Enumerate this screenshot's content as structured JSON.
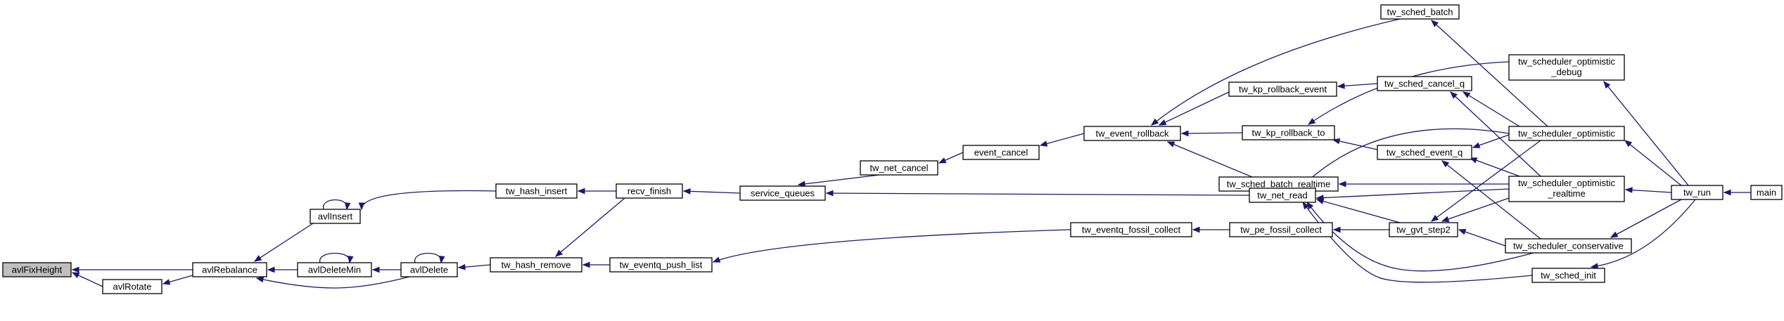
{
  "graph": {
    "title": "",
    "edge_color": "#191970",
    "focus_fill": "#bfbfbf",
    "nodes": [
      {
        "id": "avlFixHeight",
        "lines": [
          "avlFixHeight"
        ],
        "focus": true
      },
      {
        "id": "avlRotate",
        "lines": [
          "avlRotate"
        ]
      },
      {
        "id": "avlRebalance",
        "lines": [
          "avlRebalance"
        ]
      },
      {
        "id": "avlInsert",
        "lines": [
          "avlInsert"
        ]
      },
      {
        "id": "avlDeleteMin",
        "lines": [
          "avlDeleteMin"
        ]
      },
      {
        "id": "avlDelete",
        "lines": [
          "avlDelete"
        ]
      },
      {
        "id": "tw_hash_insert",
        "lines": [
          "tw_hash_insert"
        ]
      },
      {
        "id": "tw_hash_remove",
        "lines": [
          "tw_hash_remove"
        ]
      },
      {
        "id": "recv_finish",
        "lines": [
          "recv_finish"
        ]
      },
      {
        "id": "tw_eventq_push_list",
        "lines": [
          "tw_eventq_push_list"
        ]
      },
      {
        "id": "service_queues",
        "lines": [
          "service_queues"
        ]
      },
      {
        "id": "tw_net_cancel",
        "lines": [
          "tw_net_cancel"
        ]
      },
      {
        "id": "event_cancel",
        "lines": [
          "event_cancel"
        ]
      },
      {
        "id": "tw_event_rollback",
        "lines": [
          "tw_event_rollback"
        ]
      },
      {
        "id": "tw_kp_rollback_event",
        "lines": [
          "tw_kp_rollback_event"
        ]
      },
      {
        "id": "tw_kp_rollback_to",
        "lines": [
          "tw_kp_rollback_to"
        ]
      },
      {
        "id": "tw_sched_batch_realtime",
        "lines": [
          "tw_sched_batch_realtime"
        ]
      },
      {
        "id": "tw_net_read",
        "lines": [
          "tw_net_read"
        ]
      },
      {
        "id": "tw_eventq_fossil_collect",
        "lines": [
          "tw_eventq_fossil_collect"
        ]
      },
      {
        "id": "tw_pe_fossil_collect",
        "lines": [
          "tw_pe_fossil_collect"
        ]
      },
      {
        "id": "tw_sched_batch",
        "lines": [
          "tw_sched_batch"
        ]
      },
      {
        "id": "tw_sched_cancel_q",
        "lines": [
          "tw_sched_cancel_q"
        ]
      },
      {
        "id": "tw_sched_event_q",
        "lines": [
          "tw_sched_event_q"
        ]
      },
      {
        "id": "tw_gvt_step2",
        "lines": [
          "tw_gvt_step2"
        ]
      },
      {
        "id": "tw_sched_init",
        "lines": [
          "tw_sched_init"
        ]
      },
      {
        "id": "tw_scheduler_optimistic_debug",
        "lines": [
          "tw_scheduler_optimistic",
          "_debug"
        ]
      },
      {
        "id": "tw_scheduler_optimistic",
        "lines": [
          "tw_scheduler_optimistic"
        ]
      },
      {
        "id": "tw_scheduler_optimistic_realtime",
        "lines": [
          "tw_scheduler_optimistic",
          "_realtime"
        ]
      },
      {
        "id": "tw_scheduler_conservative",
        "lines": [
          "tw_scheduler_conservative"
        ]
      },
      {
        "id": "tw_run",
        "lines": [
          "tw_run"
        ]
      },
      {
        "id": "main",
        "lines": [
          "main"
        ]
      }
    ],
    "edges": [
      {
        "from": "avlRotate",
        "to": "avlFixHeight"
      },
      {
        "from": "avlRebalance",
        "to": "avlFixHeight"
      },
      {
        "from": "avlRebalance",
        "to": "avlRotate"
      },
      {
        "from": "avlInsert",
        "to": "avlRebalance"
      },
      {
        "from": "avlInsert",
        "to": "avlInsert"
      },
      {
        "from": "avlDeleteMin",
        "to": "avlRebalance"
      },
      {
        "from": "avlDeleteMin",
        "to": "avlDeleteMin"
      },
      {
        "from": "avlDelete",
        "to": "avlRebalance"
      },
      {
        "from": "avlDelete",
        "to": "avlDeleteMin"
      },
      {
        "from": "avlDelete",
        "to": "avlDelete"
      },
      {
        "from": "tw_hash_insert",
        "to": "avlInsert"
      },
      {
        "from": "tw_hash_remove",
        "to": "avlDelete"
      },
      {
        "from": "recv_finish",
        "to": "tw_hash_insert"
      },
      {
        "from": "recv_finish",
        "to": "tw_hash_remove"
      },
      {
        "from": "tw_eventq_push_list",
        "to": "tw_hash_remove"
      },
      {
        "from": "service_queues",
        "to": "recv_finish"
      },
      {
        "from": "tw_net_cancel",
        "to": "service_queues"
      },
      {
        "from": "tw_net_read",
        "to": "service_queues"
      },
      {
        "from": "event_cancel",
        "to": "tw_net_cancel"
      },
      {
        "from": "tw_event_rollback",
        "to": "event_cancel"
      },
      {
        "from": "tw_kp_rollback_event",
        "to": "tw_event_rollback"
      },
      {
        "from": "tw_kp_rollback_to",
        "to": "tw_event_rollback"
      },
      {
        "from": "tw_sched_batch_realtime",
        "to": "tw_event_rollback"
      },
      {
        "from": "tw_sched_batch",
        "to": "tw_event_rollback"
      },
      {
        "from": "tw_eventq_fossil_collect",
        "to": "tw_eventq_push_list"
      },
      {
        "from": "tw_pe_fossil_collect",
        "to": "tw_eventq_fossil_collect"
      },
      {
        "from": "tw_gvt_step2",
        "to": "tw_pe_fossil_collect"
      },
      {
        "from": "tw_gvt_step2",
        "to": "tw_net_read"
      },
      {
        "from": "tw_sched_cancel_q",
        "to": "tw_kp_rollback_event"
      },
      {
        "from": "tw_sched_event_q",
        "to": "tw_kp_rollback_to"
      },
      {
        "from": "tw_scheduler_optimistic_debug",
        "to": "tw_kp_rollback_to"
      },
      {
        "from": "tw_scheduler_optimistic",
        "to": "tw_net_read"
      },
      {
        "from": "tw_scheduler_optimistic_realtime",
        "to": "tw_net_read"
      },
      {
        "from": "tw_scheduler_conservative",
        "to": "tw_net_read"
      },
      {
        "from": "tw_sched_init",
        "to": "tw_net_read"
      },
      {
        "from": "tw_scheduler_optimistic",
        "to": "tw_sched_batch"
      },
      {
        "from": "tw_scheduler_optimistic",
        "to": "tw_sched_cancel_q"
      },
      {
        "from": "tw_scheduler_optimistic_realtime",
        "to": "tw_sched_cancel_q"
      },
      {
        "from": "tw_scheduler_optimistic",
        "to": "tw_sched_event_q"
      },
      {
        "from": "tw_scheduler_optimistic_realtime",
        "to": "tw_sched_event_q"
      },
      {
        "from": "tw_scheduler_conservative",
        "to": "tw_sched_event_q"
      },
      {
        "from": "tw_scheduler_optimistic",
        "to": "tw_gvt_step2"
      },
      {
        "from": "tw_scheduler_optimistic_realtime",
        "to": "tw_gvt_step2"
      },
      {
        "from": "tw_scheduler_conservative",
        "to": "tw_gvt_step2"
      },
      {
        "from": "tw_scheduler_optimistic_realtime",
        "to": "tw_sched_batch_realtime"
      },
      {
        "from": "tw_run",
        "to": "tw_scheduler_optimistic_debug"
      },
      {
        "from": "tw_run",
        "to": "tw_scheduler_optimistic"
      },
      {
        "from": "tw_run",
        "to": "tw_scheduler_optimistic_realtime"
      },
      {
        "from": "tw_run",
        "to": "tw_scheduler_conservative"
      },
      {
        "from": "tw_run",
        "to": "tw_sched_init"
      },
      {
        "from": "main",
        "to": "tw_run"
      }
    ]
  }
}
